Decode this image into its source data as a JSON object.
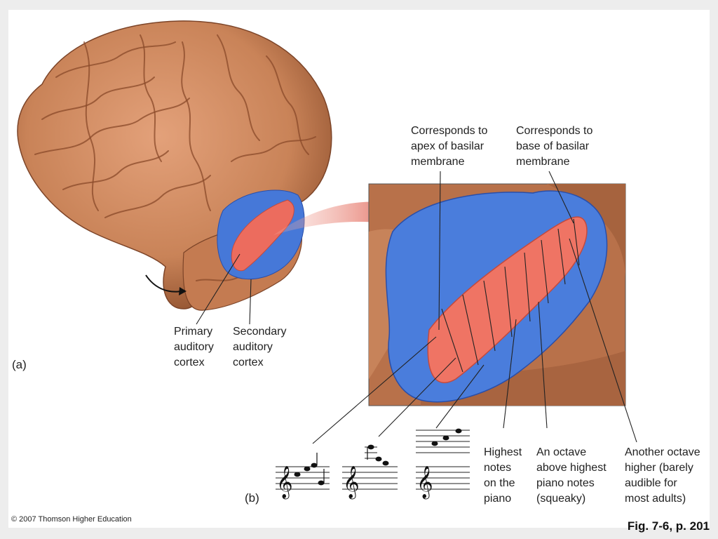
{
  "labels": {
    "panel_a": "(a)",
    "panel_b": "(b)",
    "primary_auditory_cortex": "Primary\nauditory\ncortex",
    "secondary_auditory_cortex": "Secondary\nauditory\ncortex",
    "apex": "Corresponds to\napex of basilar\nmembrane",
    "base": "Corresponds to\nbase of basilar\nmembrane",
    "highest_notes": "Highest\nnotes\non the\npiano",
    "octave_above": "An octave\nabove highest\npiano notes\n(squeaky)",
    "another_octave": "Another octave\nhigher (barely\naudible for\nmost adults)"
  },
  "footer": {
    "copyright": "© 2007 Thomson Higher Education",
    "figure_ref": "Fig. 7-6, p. 201"
  },
  "colors": {
    "brain": "#c98358",
    "brain_dark": "#8a4a2a",
    "secondary_cortex": "#3f6fd0",
    "primary_cortex": "#e8685a",
    "arrow": "#d83b2b"
  }
}
